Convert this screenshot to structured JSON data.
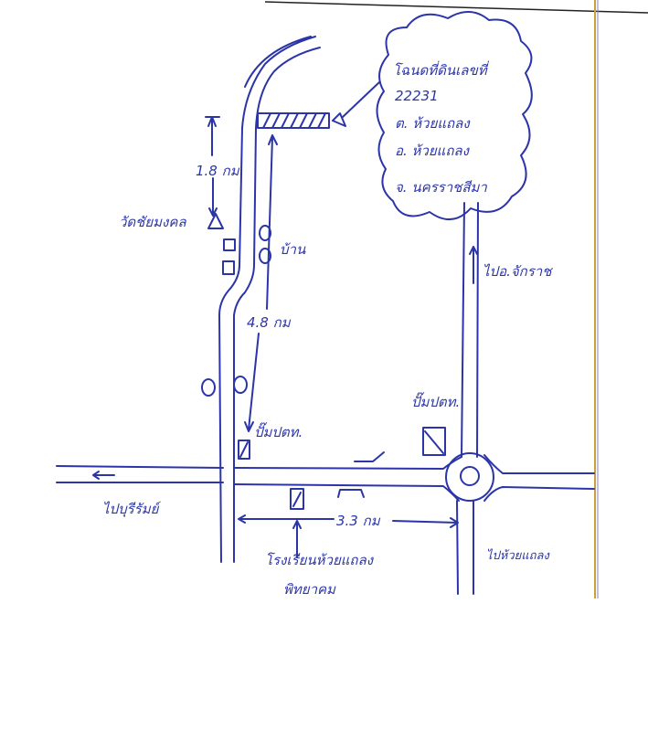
{
  "title": "Hand-drawn location map",
  "address": {
    "line1": "โฉนดที่ดินเลขที่",
    "line2": "22231",
    "line3": "ต. ห้วยแถลง",
    "line4": "อ. ห้วยแถลง",
    "line5": "จ. นครราชสีมา"
  },
  "labels": {
    "dist_top": "1.8 กม",
    "temple": "วัดชัยมงคล",
    "house": "บ้าน",
    "dist_middle": "4.8 กม",
    "gas_station_left": "ปั๊มปตท.",
    "gas_station_right": "ปั๊มปตท.",
    "to_chakkarat": "ไปอ.จักราช",
    "to_buriram": "ไปบุรีรัมย์",
    "dist_bottom": "3.3 กม",
    "school_line1": "โรงเรียนห้วยแถลง",
    "school_line2": "พิทยาคม",
    "to_huai_thalaeng": "ไปห้วยแถลง"
  },
  "colors": {
    "ink": "#2b35a8",
    "paper": "#ffffff",
    "margin_line": "#c8a040"
  }
}
